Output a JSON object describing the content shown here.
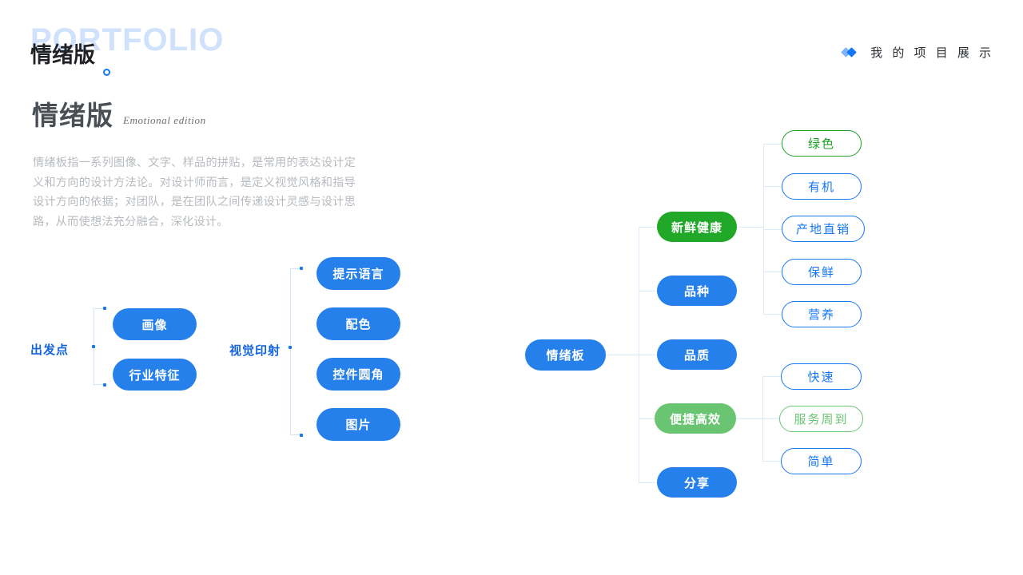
{
  "header": {
    "watermark": "PORTFOLIO",
    "logo_title": "情绪版",
    "ring_icon": "circle-outline-icon",
    "nav_icon": "double-diamond-icon",
    "nav_text": "我 的 项 目 展 示"
  },
  "intro": {
    "title": "情绪版",
    "subtitle": "Emotional edition",
    "paragraph": "情绪板指一系列图像、文字、样品的拼贴，是常用的表达设计定义和方向的设计方法论。对设计师而言，是定义视觉风格和指导设计方向的依据；对团队，是在团队之间传递设计灵感与设计思路，从而使想法充分融合，深化设计。"
  },
  "left_diagram": {
    "groups": [
      {
        "label": "出发点",
        "items": [
          {
            "text": "画像"
          },
          {
            "text": "行业特征"
          }
        ]
      },
      {
        "label": "视觉印射",
        "items": [
          {
            "text": "提示语言"
          },
          {
            "text": "配色"
          },
          {
            "text": "控件圆角"
          },
          {
            "text": "图片"
          }
        ]
      }
    ]
  },
  "mindmap": {
    "root": {
      "text": "情绪板",
      "style": "solid-blue"
    },
    "branches": [
      {
        "text": "新鲜健康",
        "style": "solid-green",
        "leaves": [
          {
            "text": "绿色",
            "style": "outline-green"
          },
          {
            "text": "有机",
            "style": "outline-blue"
          },
          {
            "text": "产地直销",
            "style": "outline-blue"
          },
          {
            "text": "保鲜",
            "style": "outline-blue"
          },
          {
            "text": "营养",
            "style": "outline-blue"
          }
        ]
      },
      {
        "text": "品种",
        "style": "solid-blue",
        "leaves": []
      },
      {
        "text": "品质",
        "style": "solid-blue",
        "leaves": []
      },
      {
        "text": "便捷高效",
        "style": "solid-lgreen",
        "leaves": [
          {
            "text": "快速",
            "style": "outline-blue"
          },
          {
            "text": "服务周到",
            "style": "outline-lgreen"
          },
          {
            "text": "简单",
            "style": "outline-blue"
          }
        ]
      },
      {
        "text": "分享",
        "style": "solid-blue",
        "leaves": []
      }
    ]
  },
  "colors": {
    "primary_blue": "#2680eb",
    "link_blue": "#1677f5",
    "deep_green": "#21a828",
    "light_green": "#6ac572",
    "connector": "#dceafb",
    "watermark": "#cfe1fb",
    "body_text": "#b7bbbf"
  }
}
